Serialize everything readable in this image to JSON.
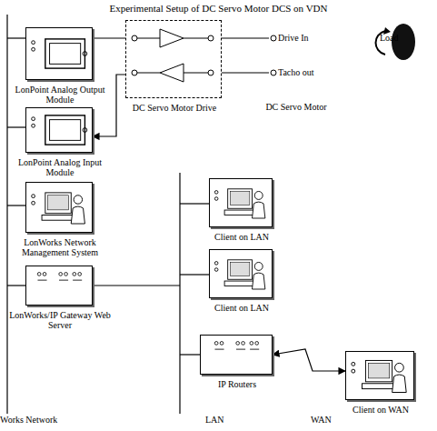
{
  "diagram": {
    "title": "Experimental Setup of DC Servo Motor DCS on VDN",
    "nodes": [
      {
        "text": [
          "LonPoint Analog Output Module"
        ]
      },
      {
        "text": [
          "LonPoint Analog Input Module"
        ]
      },
      {
        "text": [
          "LonWorks Network Management System"
        ]
      },
      {
        "text": [
          "LonWorks/IP Gateway Web Server"
        ]
      },
      {
        "text": [
          "DC Servo Motor Drive"
        ]
      },
      {
        "text": [
          "Drive In",
          "Tacho out",
          "DC Servo Motor"
        ]
      },
      {
        "text": [
          "Client on LAN"
        ]
      },
      {
        "text": [
          "Client on LAN"
        ]
      },
      {
        "text": [
          "IP Routers"
        ]
      },
      {
        "text": [
          "Client on WAN"
        ]
      }
    ],
    "edges": [
      {
        "from": 0,
        "to": 4,
        "arrow": "none"
      },
      {
        "from": 4,
        "to": 5,
        "arrow": "none"
      },
      {
        "from": 5,
        "to": 4,
        "arrow": "none"
      },
      {
        "from": 4,
        "to": 1,
        "arrow": "to"
      },
      {
        "from": 8,
        "to": 9,
        "arrow": "both"
      }
    ],
    "labels": [
      "Load",
      "Works Network",
      "LAN",
      "WAN"
    ]
  }
}
